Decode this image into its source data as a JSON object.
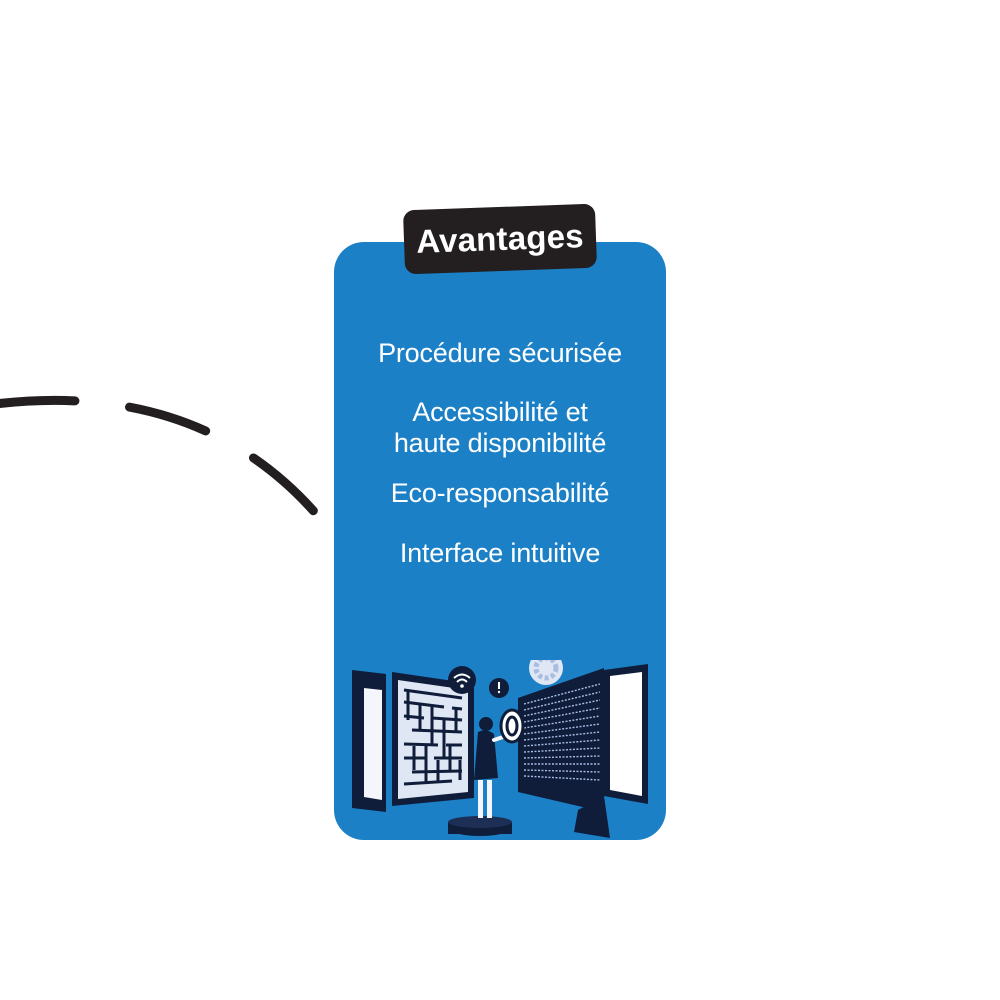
{
  "badge": {
    "title": "Avantages"
  },
  "features": [
    "Procédure sécurisée",
    "Accessibilité et\nhaute disponibilité",
    "Eco-responsabilité",
    "Interface intuitive"
  ],
  "colors": {
    "card": "#1b80c6",
    "badge": "#231f20",
    "text": "#ffffff",
    "dash": "#231f20",
    "navy": "#0f1d3a"
  },
  "icons": [
    "wifi-icon",
    "alert-icon",
    "gear-icon",
    "magnifier-icon",
    "maze-panel",
    "binary-code-screen"
  ]
}
